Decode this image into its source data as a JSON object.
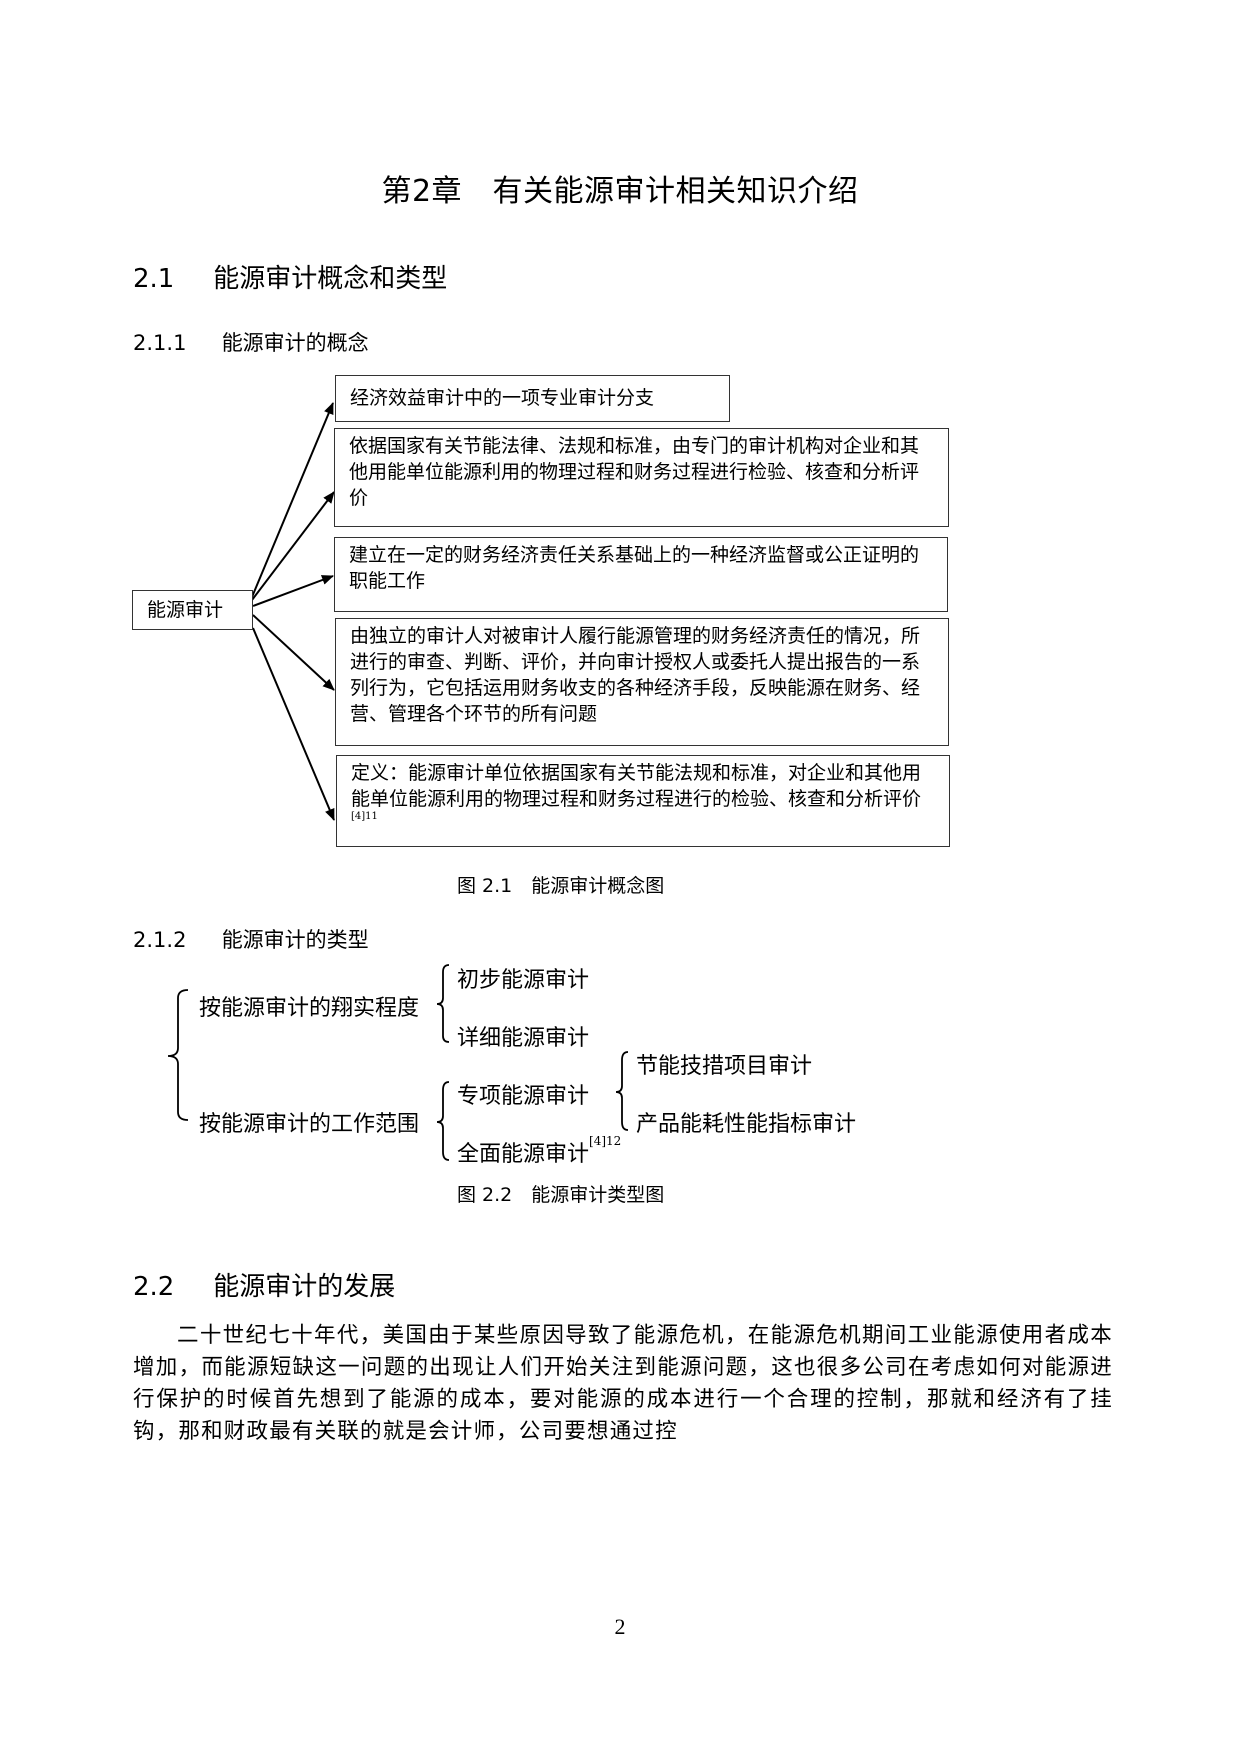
{
  "chapter": {
    "title": "第2章　有关能源审计相关知识介绍"
  },
  "section_2_1": {
    "number": "2.1",
    "title": "能源审计概念和类型"
  },
  "subsection_2_1_1": {
    "number": "2.1.1",
    "title": "能源审计的概念"
  },
  "figure_2_1": {
    "root_label": "能源审计",
    "boxes": [
      {
        "text": "经济效益审计中的一项专业审计分支"
      },
      {
        "text": "依据国家有关节能法律、法规和标准，由专门的审计机构对企业和其他用能单位能源利用的物理过程和财务过程进行检验、核查和分析评价"
      },
      {
        "text": "建立在一定的财务经济责任关系基础上的一种经济监督或公正证明的职能工作"
      },
      {
        "text": "由独立的审计人对被审计人履行能源管理的财务经济责任的情况，所进行的审查、判断、评价，并向审计授权人或委托人提出报告的一系列行为，它包括运用财务收支的各种经济手段，反映能源在财务、经营、管理各个环节的所有问题"
      },
      {
        "text": "定义：能源审计单位依据国家有关节能法规和标准，对企业和其他用能单位能源利用的物理过程和财务过程进行的检验、核查和分析评价",
        "citation": "[4]11"
      }
    ],
    "caption": "图 2.1　能源审计概念图"
  },
  "subsection_2_1_2": {
    "number": "2.1.2",
    "title": "能源审计的类型"
  },
  "figure_2_2": {
    "branches": [
      {
        "label": "按能源审计的翔实程度",
        "children": [
          {
            "label": "初步能源审计"
          },
          {
            "label": "详细能源审计"
          }
        ]
      },
      {
        "label": "按能源审计的工作范围",
        "children": [
          {
            "label": "专项能源审计",
            "children": [
              {
                "label": "节能技措项目审计"
              },
              {
                "label": "产品能耗性能指标审计"
              }
            ]
          },
          {
            "label": "全面能源审计",
            "citation": "[4]12"
          }
        ]
      }
    ],
    "caption": "图 2.2　能源审计类型图"
  },
  "section_2_2": {
    "number": "2.2",
    "title": "能源审计的发展",
    "paragraph": "二十世纪七十年代，美国由于某些原因导致了能源危机，在能源危机期间工业能源使用者成本增加，而能源短缺这一问题的出现让人们开始关注到能源问题，这也很多公司在考虑如何对能源进行保护的时候首先想到了能源的成本，要对能源的成本进行一个合理的控制，那就和经济有了挂钩，那和财政最有关联的就是会计师，公司要想通过控"
  },
  "page_number": "2"
}
